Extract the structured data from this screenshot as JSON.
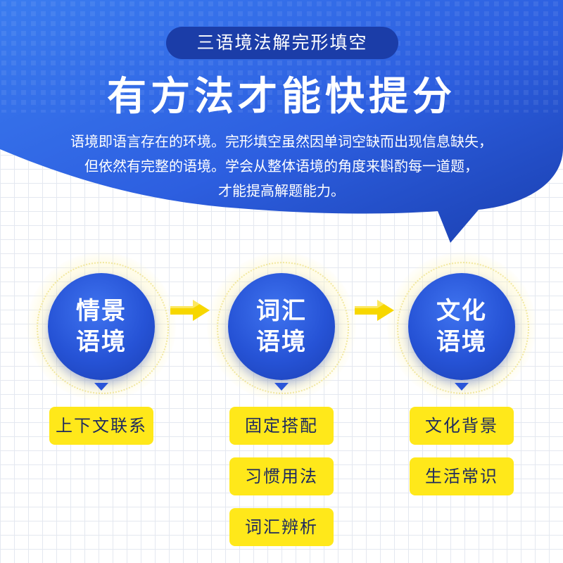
{
  "header": {
    "subtitle": "三语境法解完形填空",
    "title": "有方法才能快提分",
    "intro_lines": [
      "语境即语言存在的环境。完形填空虽然因单词空缺而出现信息缺失，",
      "但依然有完整的语境。学会从整体语境的角度来斟酌每一道题，",
      "才能提高解题能力。"
    ]
  },
  "columns": [
    {
      "circle_lines": [
        "情景",
        "语境"
      ],
      "tags": [
        "上下文联系"
      ]
    },
    {
      "circle_lines": [
        "词汇",
        "语境"
      ],
      "tags": [
        "固定搭配",
        "习惯用法",
        "词汇辨析"
      ]
    },
    {
      "circle_lines": [
        "文化",
        "语境"
      ],
      "tags": [
        "文化背景",
        "生活常识"
      ]
    }
  ],
  "colors": {
    "blue_dark": "#1b3da8",
    "blue_main": "#2653d6",
    "tag_yellow": "#ffe81a",
    "arrow_yellow": "#f7d700"
  },
  "icons": {
    "arrow": "arrow-right-icon",
    "pointer": "triangle-down-icon"
  }
}
